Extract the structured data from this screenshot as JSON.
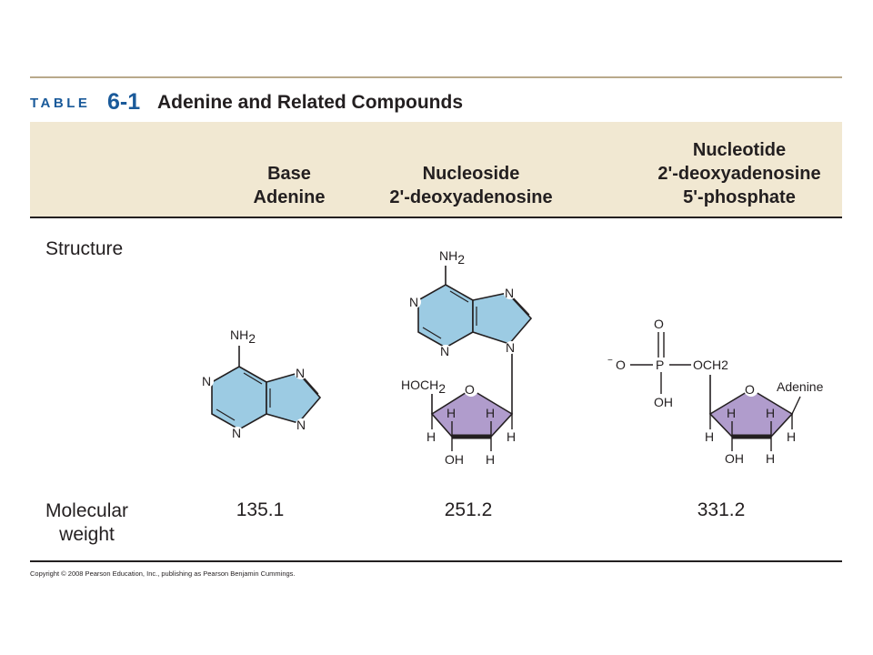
{
  "table": {
    "label": "TABLE",
    "number": "6-1",
    "title": "Adenine and Related Compounds"
  },
  "columns": [
    {
      "line1": "",
      "line2": "Base",
      "line3": "Adenine"
    },
    {
      "line1": "",
      "line2": "Nucleoside",
      "line3": "2'-deoxyadenosine"
    },
    {
      "line1": "Nucleotide",
      "line2": "2'-deoxyadenosine",
      "line3": "5'-phosphate"
    }
  ],
  "rows": {
    "structure_label": "Structure",
    "mw_label_1": "Molecular",
    "mw_label_2": "weight"
  },
  "molecular_weights": [
    "135.1",
    "251.2",
    "331.2"
  ],
  "structure_labels": {
    "nh": "NH",
    "two": "2",
    "n": "N",
    "hoch": "HOCH",
    "och": "OCH",
    "o": "O",
    "h": "H",
    "oh": "OH",
    "p": "P",
    "minus": "−",
    "adenine": "Adenine"
  },
  "colors": {
    "purine_fill": "#9ccbe3",
    "sugar_fill": "#b09ccc",
    "title_blue": "#1a5a9a",
    "header_band": "#f1e8d2"
  },
  "copyright": "Copyright © 2008 Pearson Education, Inc., publishing as Pearson Benjamin Cummings."
}
